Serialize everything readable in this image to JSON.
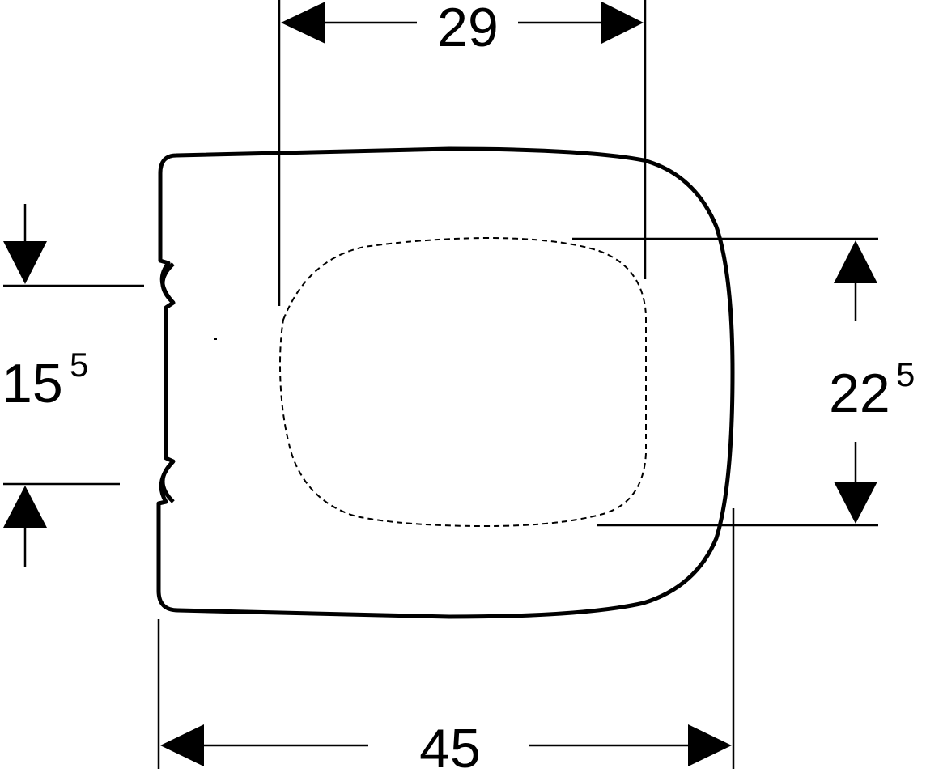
{
  "dimensions": {
    "top_width": {
      "value": "29"
    },
    "bottom_width": {
      "value": "45"
    },
    "left_hinge_spacing": {
      "value": "15",
      "superscript": "5"
    },
    "right_opening_height": {
      "value": "22",
      "superscript": "5"
    }
  },
  "colors": {
    "line": "#000000",
    "background": "#ffffff"
  }
}
